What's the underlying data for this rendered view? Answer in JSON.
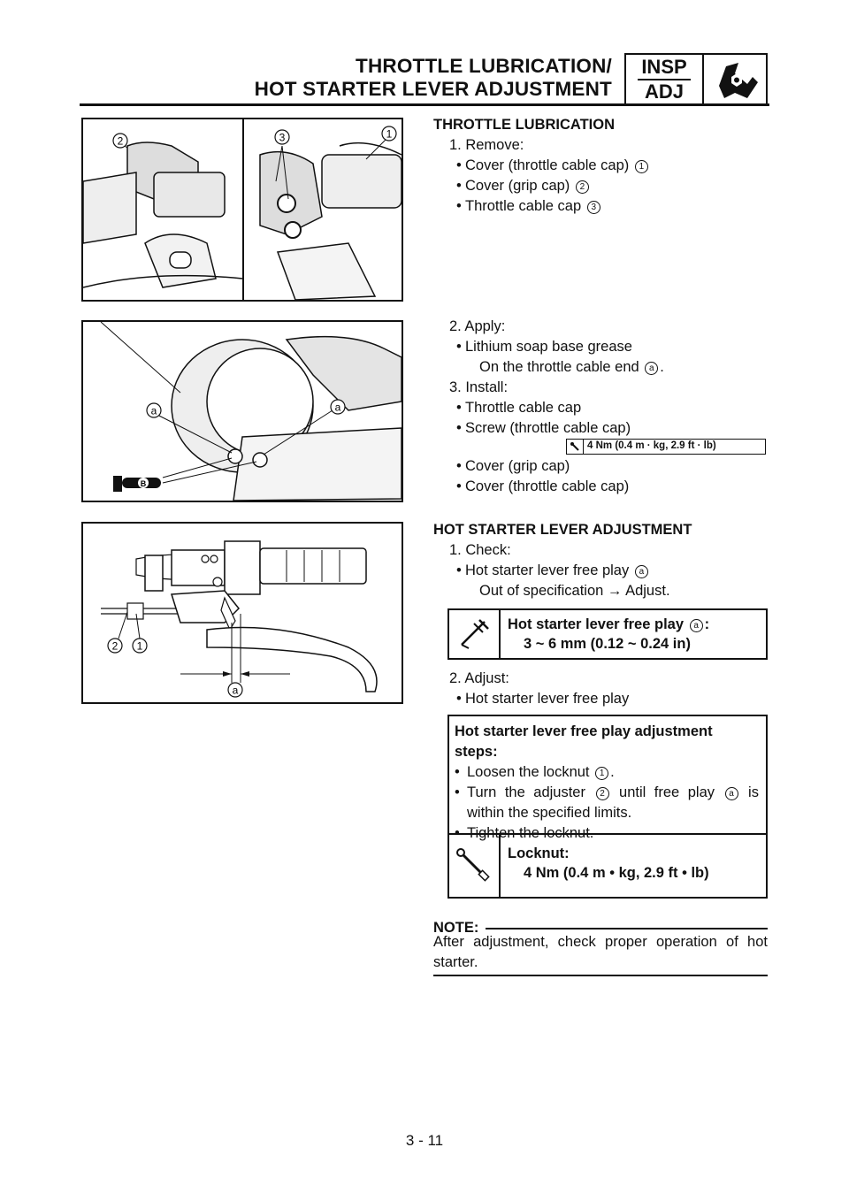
{
  "header": {
    "title_line1": "THROTTLE LUBRICATION/",
    "title_line2": "HOT STARTER LEVER ADJUSTMENT",
    "badge_top": "INSP",
    "badge_bottom": "ADJ",
    "badge_icon": "wrench-hex-icon"
  },
  "figures": {
    "fig1": {
      "label_2": "2",
      "label_3": "3",
      "label_1": "1"
    },
    "fig2": {
      "label_a_left": "a",
      "label_a_right": "a",
      "grease_mark": "B"
    },
    "fig3": {
      "label_2": "2",
      "label_1": "1",
      "label_a": "a"
    }
  },
  "section1": {
    "heading": "THROTTLE LUBRICATION",
    "step1": "1.  Remove:",
    "b1_text": "Cover (throttle cable cap)",
    "b1_ref": "1",
    "b2_text": "Cover (grip cap)",
    "b2_ref": "2",
    "b3_text": "Throttle cable cap",
    "b3_ref": "3",
    "step2": "2.  Apply:",
    "b4_text": "Lithium soap base grease",
    "b4_cont": "On the throttle cable end",
    "b4_ref": "a",
    "step3": "3.  Install:",
    "b5_text": "Throttle cable cap",
    "b6_text": "Screw (throttle cable cap)",
    "torque": "4 Nm (0.4 m · kg, 2.9 ft · lb)",
    "b7_text": "Cover (grip cap)",
    "b8_text": "Cover (throttle cable cap)"
  },
  "section2": {
    "heading": "HOT STARTER LEVER ADJUSTMENT",
    "step1": "1.  Check:",
    "b1_text": "Hot starter lever free play",
    "b1_ref": "a",
    "b1_cont": "Out of specification → Adjust.",
    "spec_label": "Hot starter lever free play",
    "spec_ref": "a",
    "spec_value": "3 ~ 6 mm (0.12 ~ 0.24 in)",
    "step2": "2.  Adjust:",
    "b2_text": "Hot starter lever free play",
    "steps_title": "Hot starter lever free play adjustment steps:",
    "s1_text": "Loosen the locknut",
    "s1_ref": "1",
    "s2_pre": "Turn the adjuster",
    "s2_ref1": "2",
    "s2_mid": "until free play",
    "s2_ref2": "a",
    "s2_post": "is within the specified limits.",
    "s3_text": "Tighten the locknut.",
    "locknut_label": "Locknut:",
    "locknut_value": "4 Nm (0.4 m • kg, 2.9 ft • lb)"
  },
  "note": {
    "label": "NOTE:",
    "text": "After adjustment, check proper operation of hot starter."
  },
  "page_number": "3 - 11"
}
